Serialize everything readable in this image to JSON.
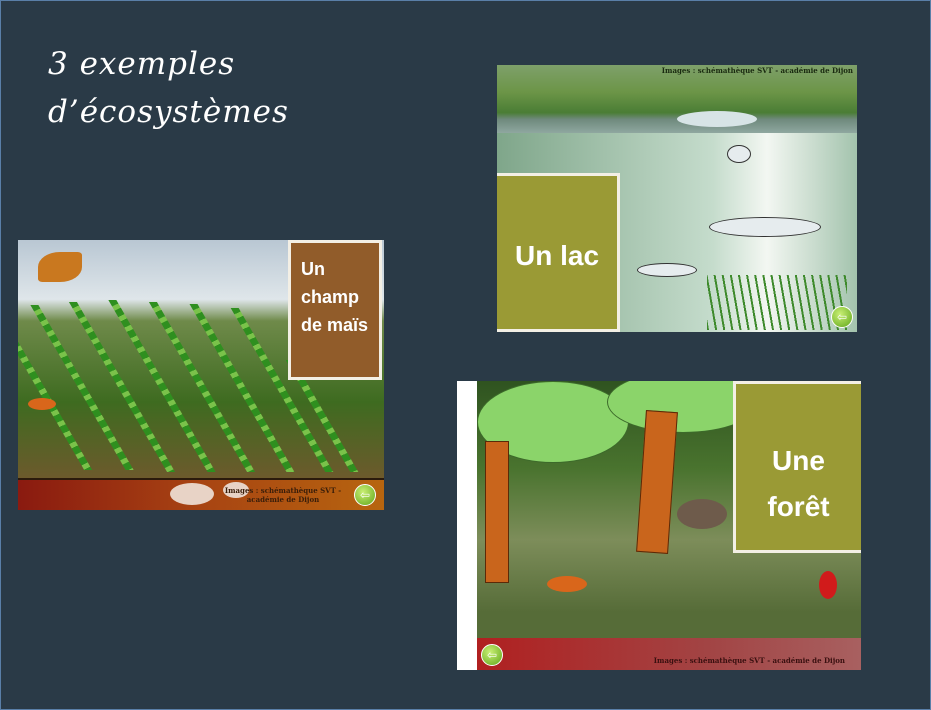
{
  "slide": {
    "title_line1": "3 exemples",
    "title_line2": "d’écosystèmes"
  },
  "panels": {
    "field": {
      "label": "Un champ de maïs",
      "credit_line1": "Images : schémathèque SVT -",
      "credit_line2": "académie de Dijon",
      "back_icon": "back-arrow-icon"
    },
    "lake": {
      "label": "Un lac",
      "credit": "Images : schémathèque SVT - académie de Dijon",
      "back_icon": "back-arrow-icon"
    },
    "forest": {
      "label_line1": "Une",
      "label_line2": "forêt",
      "credit": "Images : schémathèque SVT - académie de Dijon",
      "back_icon": "back-arrow-icon"
    }
  },
  "colors": {
    "background": "#2a3a47",
    "field_label": "#915c2a",
    "lake_label": "#9a9a35",
    "forest_label": "#9a9a35"
  }
}
